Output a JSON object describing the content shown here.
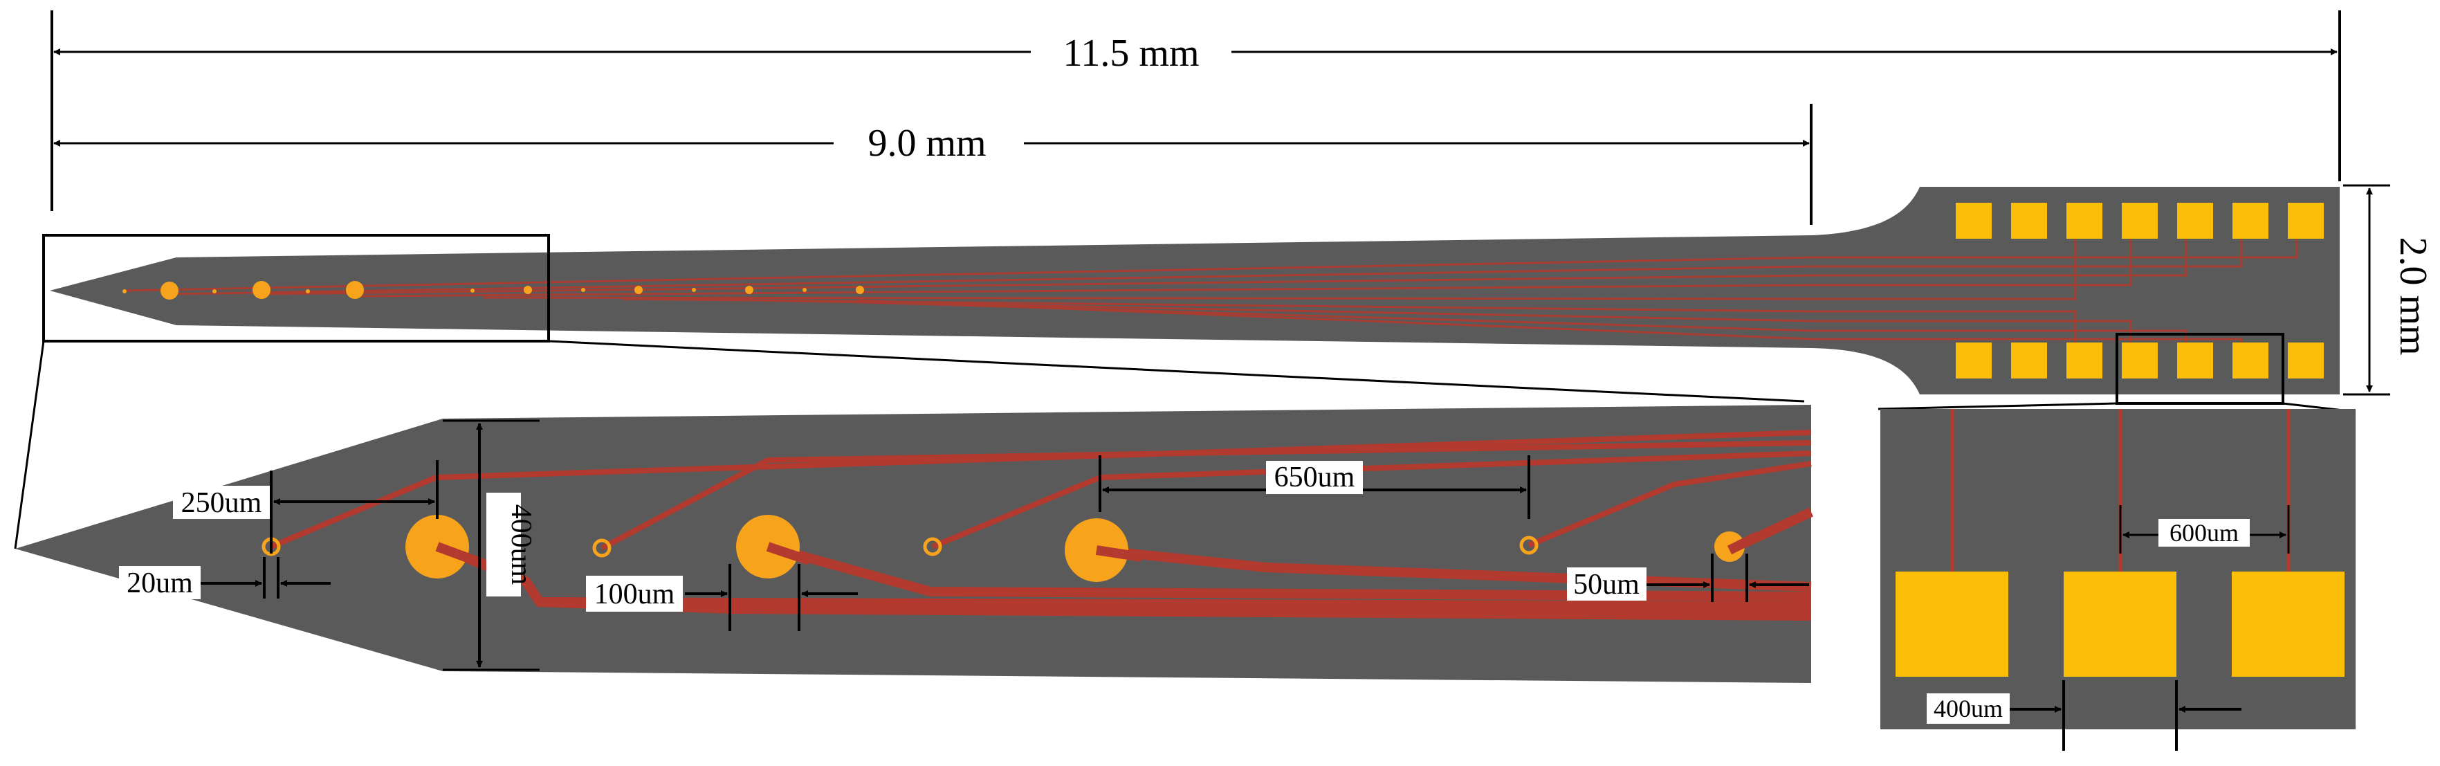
{
  "dimensions": {
    "total_length": "11.5 mm",
    "shank_length": "9.0 mm",
    "head_width": "2.0 mm",
    "tip_site_pitch": "250um",
    "small_site_size": "20um",
    "shank_width": "400um",
    "medium_site_size": "100um",
    "site_group_spacing": "650um",
    "large_site_size": "50um",
    "pad_pitch": "600um",
    "pad_gap": "400um"
  },
  "colors": {
    "substrate": "#5a5a5a",
    "trace": "#b33a2e",
    "site": "#f7a31c",
    "pad": "#fcbf07",
    "outline": "#000000"
  }
}
